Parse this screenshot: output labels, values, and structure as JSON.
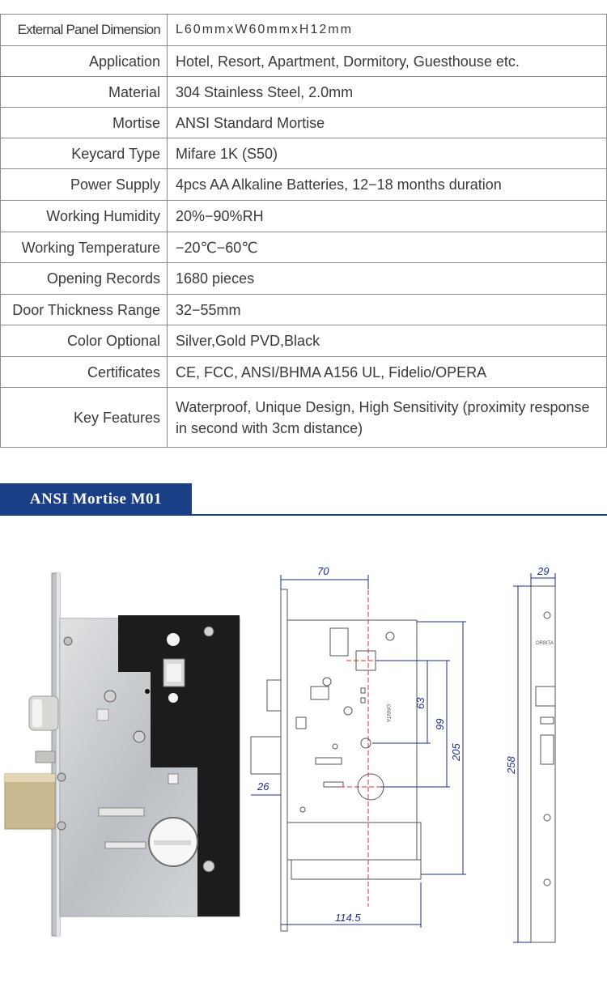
{
  "specs": [
    {
      "label": "External Panel Dimension",
      "value": "L60mmxW60mmxH12mm"
    },
    {
      "label": "Application",
      "value": "Hotel, Resort, Apartment, Dormitory, Guesthouse etc."
    },
    {
      "label": "Material",
      "value": "304 Stainless Steel, 2.0mm"
    },
    {
      "label": "Mortise",
      "value": "ANSI Standard Mortise"
    },
    {
      "label": "Keycard Type",
      "value": "Mifare 1K (S50)"
    },
    {
      "label": "Power Supply",
      "value": "4pcs AA Alkaline Batteries, 12−18 months duration"
    },
    {
      "label": "Working Humidity",
      "value": "20%−90%RH"
    },
    {
      "label": "Working Temperature",
      "value": "−20℃−60℃"
    },
    {
      "label": "Opening Records",
      "value": "1680 pieces"
    },
    {
      "label": "Door Thickness Range",
      "value": "32−55mm"
    },
    {
      "label": "Color Optional",
      "value": "Silver,Gold PVD,Black"
    },
    {
      "label": "Certificates",
      "value": "CE, FCC, ANSI/BHMA A156 UL, Fidelio/OPERA"
    },
    {
      "label": "Key Features",
      "value": "Waterproof, Unique Design, High Sensitivity (proximity response in second with 3cm distance)"
    }
  ],
  "section": {
    "title": "ANSI Mortise M01"
  },
  "drawing": {
    "dims": {
      "top": "70",
      "mid1": "63",
      "mid2": "99",
      "mid3": "205",
      "left": "26",
      "bottom": "114.5",
      "side_top": "29",
      "side_height": "258"
    },
    "brand": "ORBITA",
    "accent_color": "#1a3f86",
    "dimension_color": "#1a2f8a"
  }
}
